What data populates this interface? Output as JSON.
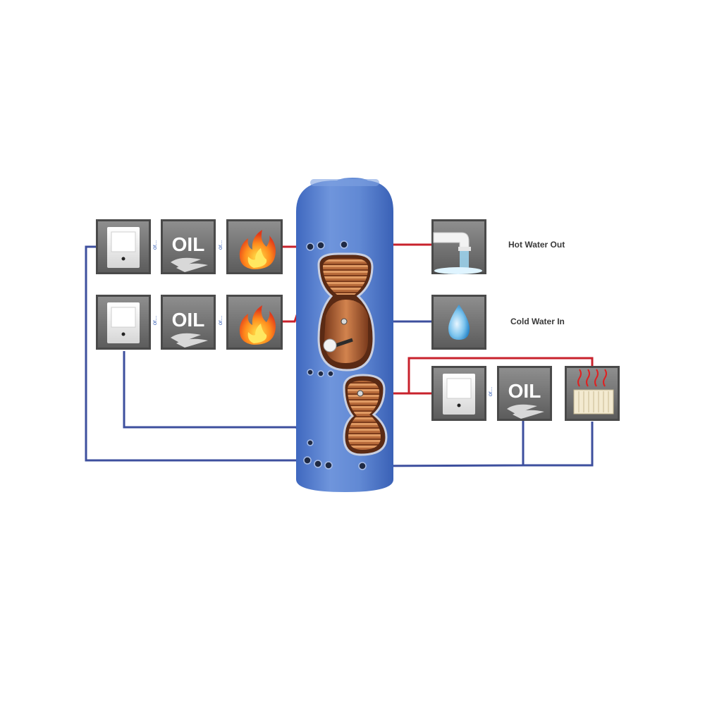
{
  "outputs": {
    "hot_water": "Hot Water Out",
    "cold_water": "Cold Water In"
  },
  "sources": {
    "oil_text": "OIL",
    "or_text": "or..."
  },
  "colors": {
    "pipe_hot": "#c8222c",
    "pipe_cold": "#3d4f9e",
    "cylinder": "#5b82d1",
    "tile_frame": "#4a4a4a"
  },
  "icons": [
    "boiler-icon",
    "oil-icon",
    "fire-icon",
    "tap-icon",
    "water-drop-icon",
    "radiator-icon"
  ]
}
